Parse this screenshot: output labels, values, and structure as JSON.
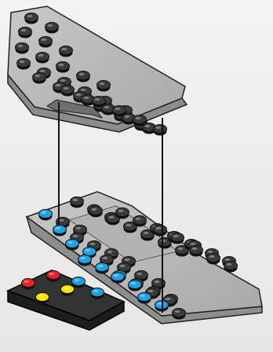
{
  "scene": {
    "title": "",
    "colors": {
      "background": "#eeeeee",
      "plate_light": "#b8b8b8",
      "plate_side": "#8e8e8e",
      "stud_dark": "#3a3a3a",
      "base_dark": "#2e2e2e",
      "stud_blue": "#1fa1e6",
      "stud_red": "#e8202a",
      "stud_yellow": "#ffe400",
      "guide_line": "#111111"
    },
    "parts": [
      {
        "name": "upper-wedge-plate",
        "icon": "lego-wing-plate-gray"
      },
      {
        "name": "lower-base-plate",
        "icon": "lego-base-plate-gray"
      },
      {
        "name": "dark-tile-plate",
        "icon": "lego-plate-dark"
      }
    ],
    "stud_counts": {
      "red": 2,
      "yellow": 2,
      "blue_connection": 2
    }
  }
}
